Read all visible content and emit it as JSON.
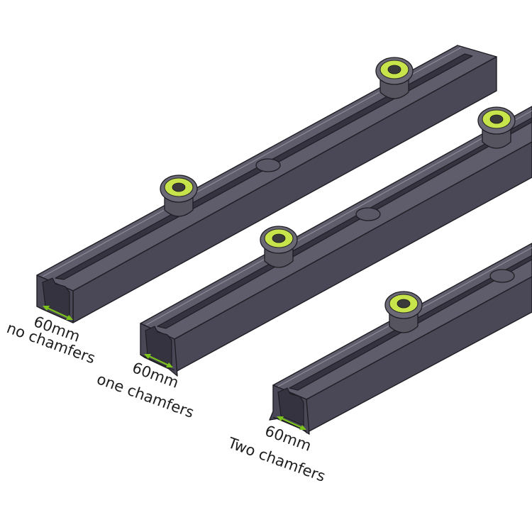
{
  "diagram": {
    "rails": [
      {
        "id": "no-chamfers",
        "dimension": "60mm",
        "caption": "no chamfers",
        "chamfers": 0
      },
      {
        "id": "one-chamfer",
        "dimension": "60mm",
        "caption": "one chamfers",
        "chamfers": 1
      },
      {
        "id": "two-chamfers",
        "dimension": "60mm",
        "caption": "Two chamfers",
        "chamfers": 2
      }
    ],
    "colors": {
      "rail": "#5f5d6c",
      "dimension_arrow": "#7cc21d",
      "roller_ring": "#c7e44a"
    }
  }
}
